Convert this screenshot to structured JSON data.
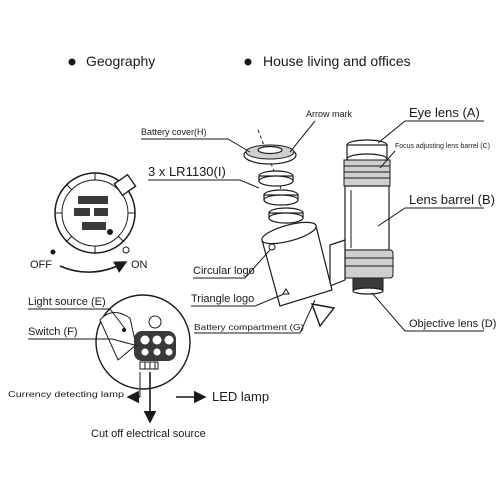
{
  "bullets": {
    "geography": "Geography",
    "house": "House living and offices"
  },
  "labels": {
    "arrow_mark": "Arrow mark",
    "eye_lens": "Eye lens (A)",
    "battery_cover": "Battery cover(H)",
    "focus_barrel": "Focus adjusting lens barrel (C)",
    "batteries": "3 x LR1130(I)",
    "lens_barrel": "Lens barrel (B)",
    "circular_logo": "Circular logo",
    "triangle_logo": "Triangle logo",
    "battery_compartment": "Battery compartment (G)",
    "objective_lens": "Objective lens (D)",
    "light_source": "Light source (E)",
    "switch": "Switch (F)",
    "off": "OFF",
    "on": "ON",
    "currency_lamp": "Currency detecting lamp",
    "led_lamp": "LED lamp",
    "cut_off": "Cut off electrical source"
  }
}
